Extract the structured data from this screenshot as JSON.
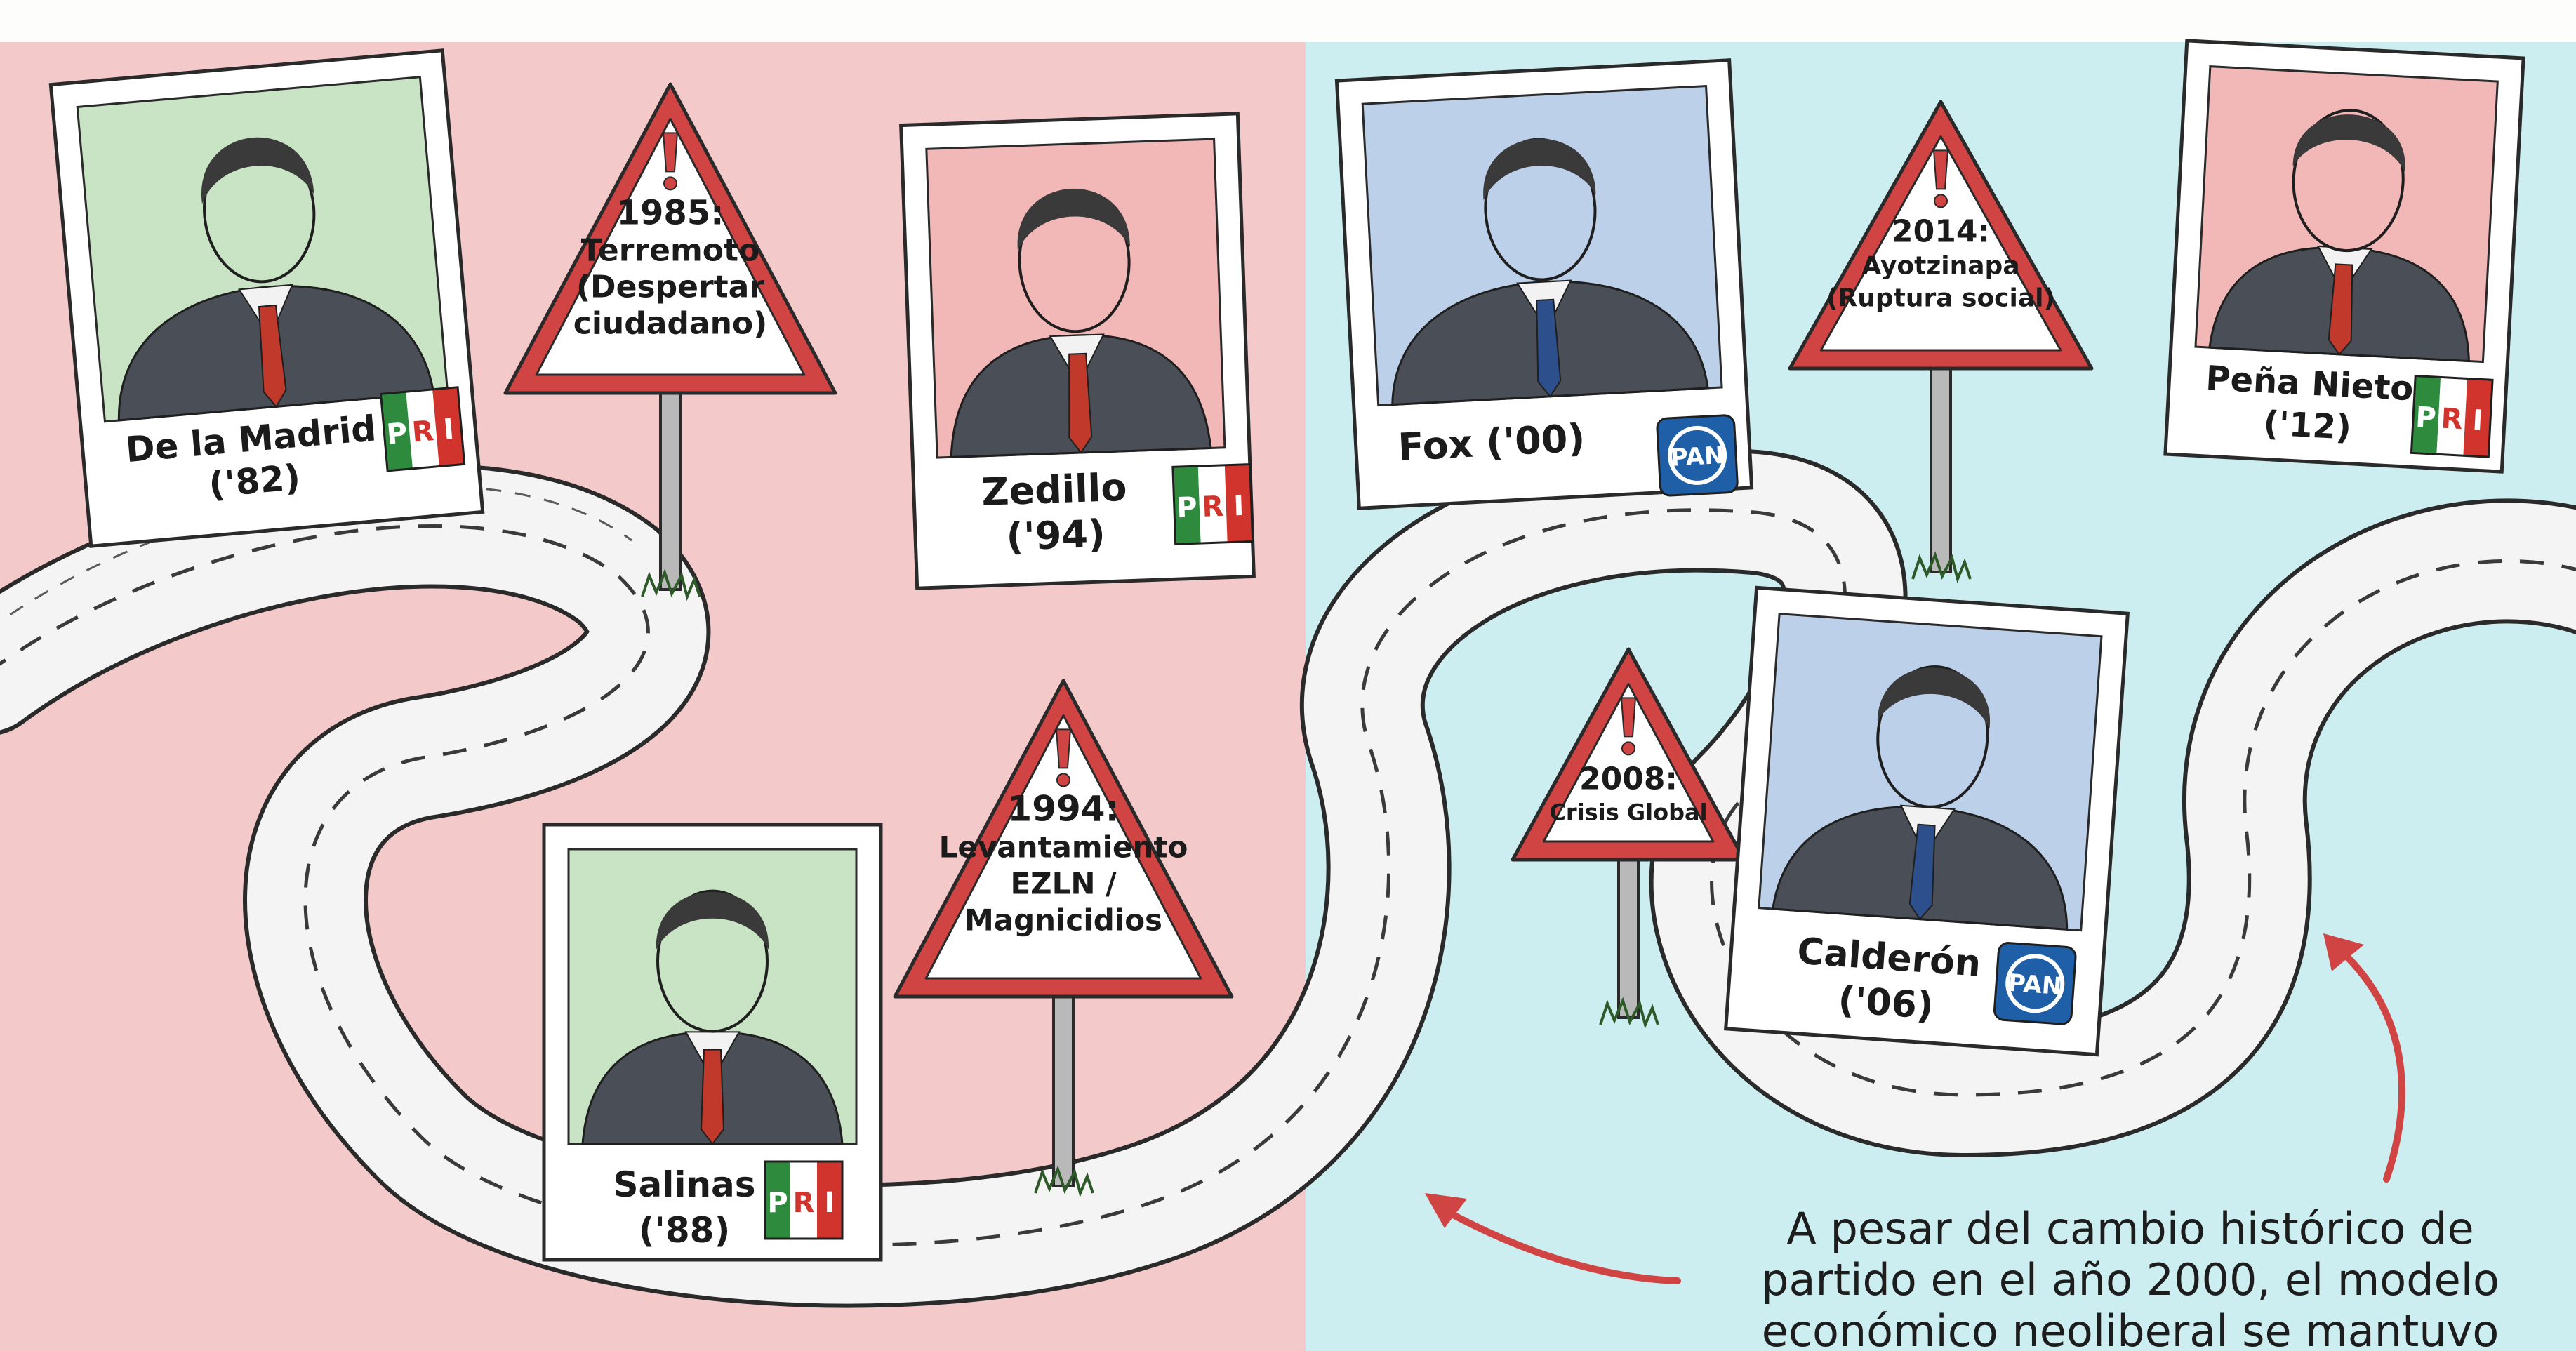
{
  "colors": {
    "pri_zone": "#f3c9c9",
    "pan_zone": "#cdeef0",
    "warning_red": "#d14444",
    "pan_blue": "#1f5fa8",
    "pri_green": "#2e8b3e",
    "pri_red": "#d0342c"
  },
  "presidents": [
    {
      "id": "de-la-madrid",
      "name": "De la Madrid",
      "year": "('82)",
      "party": "PRI",
      "photo_bg": "#c9e4c4"
    },
    {
      "id": "salinas",
      "name": "Salinas",
      "year": "('88)",
      "party": "PRI",
      "photo_bg": "#c9e4c4"
    },
    {
      "id": "zedillo",
      "name": "Zedillo",
      "year": "('94)",
      "party": "PRI",
      "photo_bg": "#f2b8b8"
    },
    {
      "id": "fox",
      "name": "Fox ('00)",
      "year": "",
      "party": "PAN",
      "photo_bg": "#bcd0ea"
    },
    {
      "id": "calderon",
      "name": "Calderón",
      "year": "('06)",
      "party": "PAN",
      "photo_bg": "#bcd0ea"
    },
    {
      "id": "pena-nieto",
      "name": "Peña Nieto",
      "year": "('12)",
      "party": "PRI",
      "photo_bg": "#f2b8b8"
    }
  ],
  "party_badges": {
    "PRI": {
      "letters": [
        "P",
        "R",
        "I"
      ]
    },
    "PAN": {
      "label": "PAN"
    }
  },
  "signs": [
    {
      "id": "1985",
      "year": "1985:",
      "lines": [
        "Terremoto",
        "(Despertar",
        "ciudadano)"
      ],
      "icon": "exclamation-icon"
    },
    {
      "id": "1994",
      "year": "1994:",
      "lines": [
        "Levantamiento",
        "EZLN /",
        "Magnicidios"
      ],
      "icon": "exclamation-icon"
    },
    {
      "id": "2008",
      "year": "2008:",
      "lines": [
        "Crisis Global"
      ],
      "icon": "exclamation-icon"
    },
    {
      "id": "2014",
      "year": "2014:",
      "lines": [
        "Ayotzinapa",
        "(Ruptura social)"
      ],
      "icon": "exclamation-icon"
    }
  ],
  "caption": {
    "lines": [
      "A pesar del cambio histórico de",
      "partido en el año 2000, el modelo",
      "económico neoliberal se mantuvo"
    ]
  },
  "arrows": [
    "left-curved-arrow-icon",
    "up-curved-arrow-icon"
  ]
}
